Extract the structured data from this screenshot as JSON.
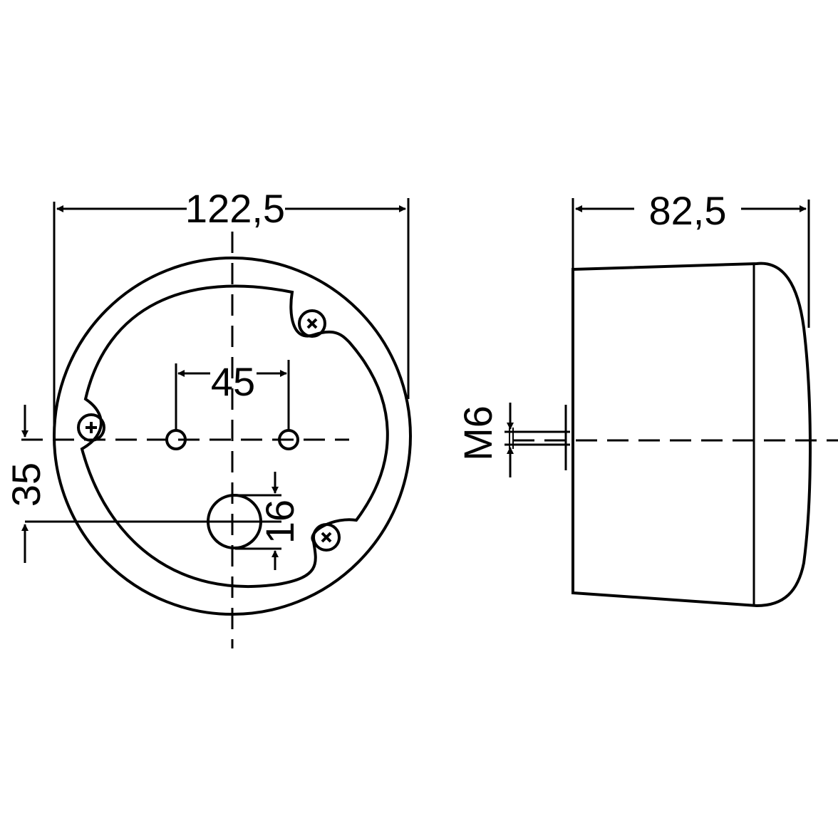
{
  "drawing": {
    "front_view": {
      "overall_width": "122,5",
      "hole_spacing": "45",
      "vertical_offset": "35",
      "cable_hole_diameter": "16"
    },
    "side_view": {
      "depth": "82,5",
      "thread": "M6"
    },
    "line_color": "#000000",
    "background": "#ffffff"
  }
}
